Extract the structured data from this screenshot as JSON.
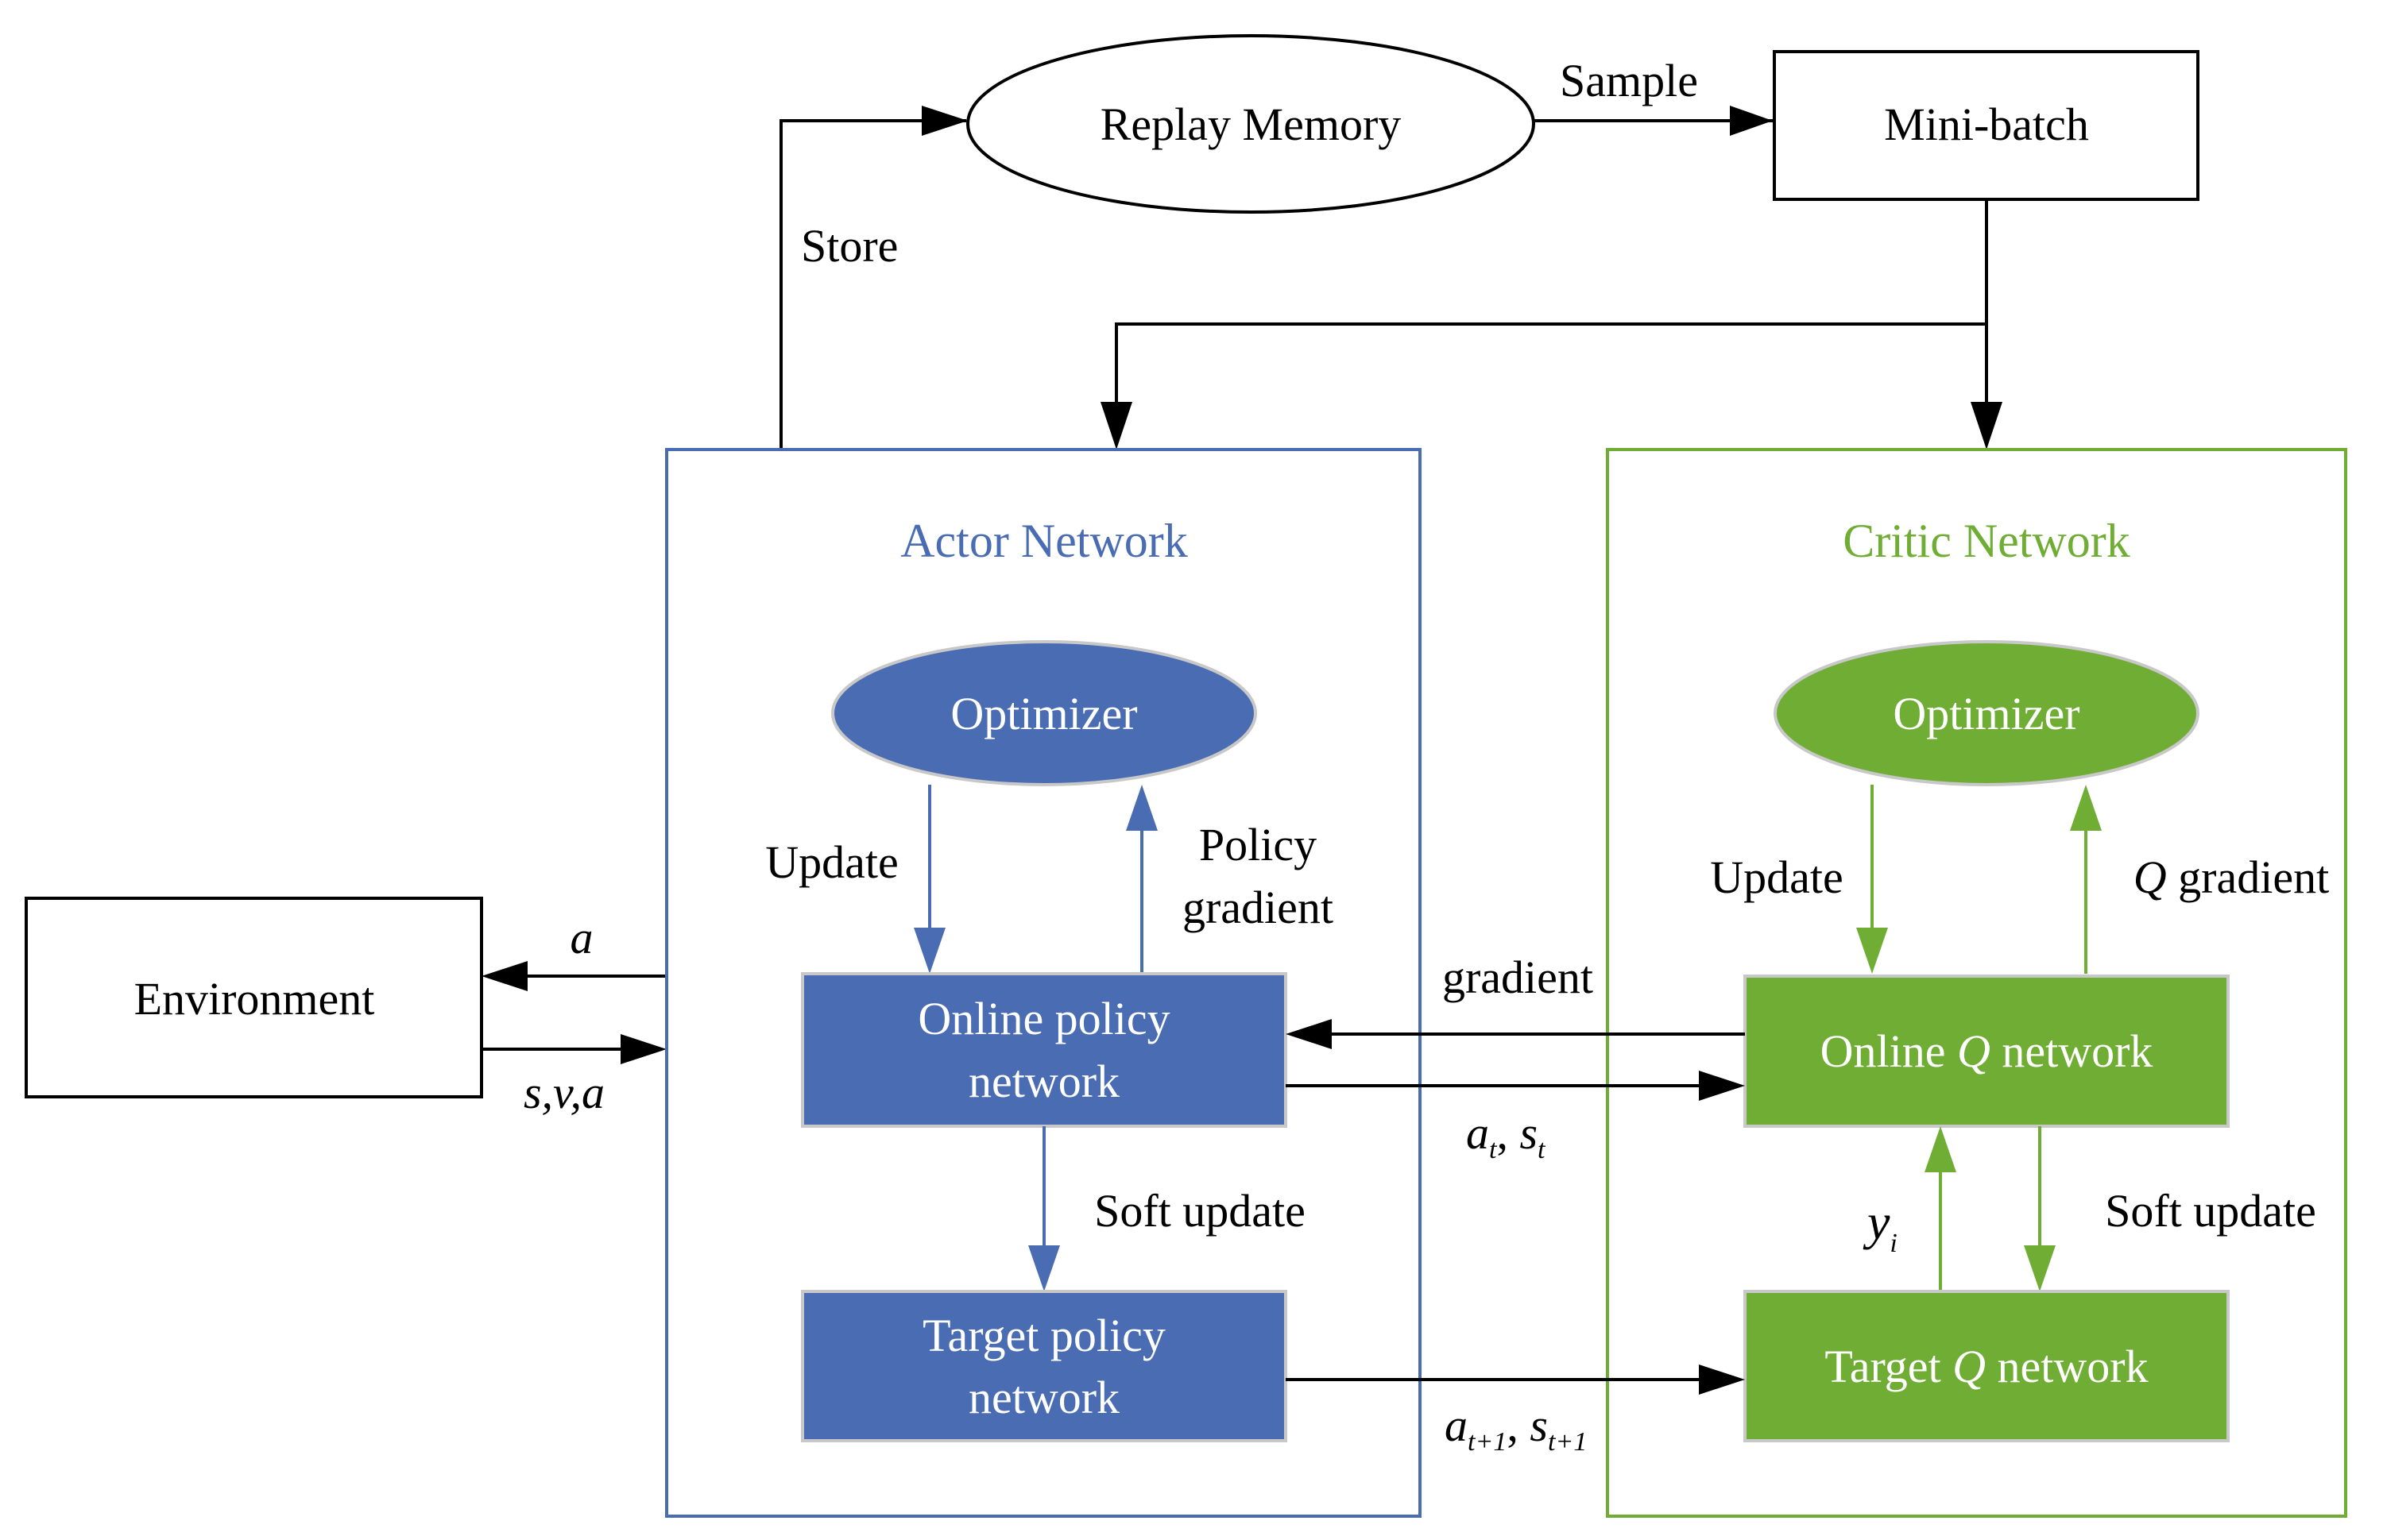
{
  "colors": {
    "actor": "#4a6cb3",
    "critic": "#70ad35",
    "line": "#000000"
  },
  "top": {
    "replay_memory": "Replay Memory",
    "sample": "Sample",
    "mini_batch": "Mini-batch",
    "store": "Store"
  },
  "environment": {
    "label": "Environment",
    "action_out": "a",
    "state_in": "s,v,a"
  },
  "actor": {
    "title": "Actor Network",
    "optimizer": "Optimizer",
    "update": "Update",
    "policy_gradient_line1": "Policy",
    "policy_gradient_line2": "gradient",
    "online_line1": "Online policy",
    "online_line2": "network",
    "soft_update": "Soft update",
    "target_line1": "Target  policy",
    "target_line2": "network"
  },
  "critic": {
    "title": "Critic Network",
    "optimizer": "Optimizer",
    "update": "Update",
    "q_gradient_q": "Q",
    "q_gradient_word": " gradient",
    "online_pre": "Online ",
    "online_q": "Q",
    "online_post": " network",
    "soft_update": "Soft update",
    "yi_main": "y",
    "yi_sub": "i",
    "target_pre": "Target  ",
    "target_q": "Q",
    "target_post": " network"
  },
  "links": {
    "gradient": "gradient",
    "at_a": "a",
    "at_a_sub": "t",
    "at_sep": ", ",
    "at_s": "s",
    "at_s_sub": "t",
    "at1_a": "a",
    "at1_a_sub": "t+1",
    "at1_sep": ", ",
    "at1_s": "s",
    "at1_s_sub": "t+1"
  }
}
